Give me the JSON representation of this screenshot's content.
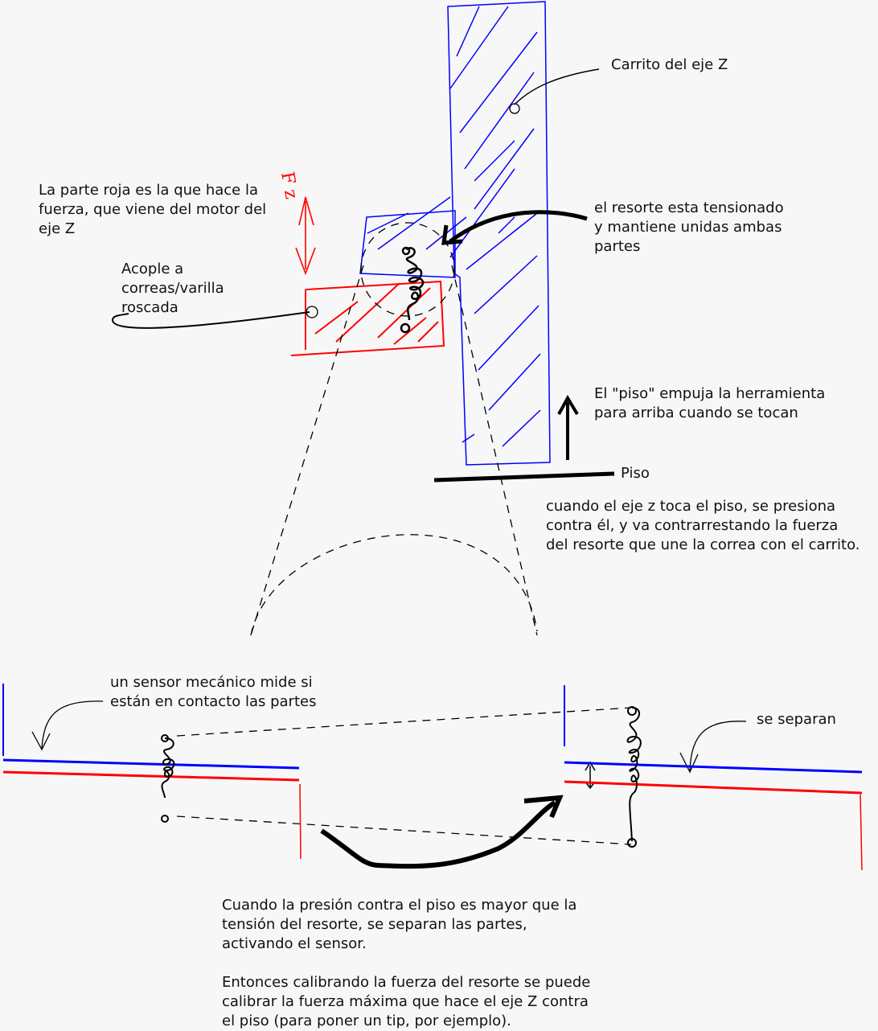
{
  "labels": {
    "carrito": "Carrito del eje Z",
    "parte_roja": "La parte roja es la que hace la\nfuerza, que viene del motor del\neje Z",
    "acople": "Acople a\ncorreas/varilla\nroscada",
    "resorte": "el resorte esta tensionado\ny mantiene unidas ambas\npartes",
    "piso_empuja": "El \"piso\" empuja  la herramienta\npara arriba cuando se tocan",
    "piso": "Piso",
    "cuando_toca": "cuando el eje z toca  el piso, se presiona\ncontra él, y va contrarrestando la fuerza\ndel resorte que une la correa con el carrito.",
    "sensor": "un sensor mecánico mide si\nestán en contacto las partes",
    "se_separan": "se separan",
    "presion": "Cuando la presión contra el piso es mayor que la\ntensión del resorte, se separan las partes,\nactivando el sensor.",
    "calibrando": "Entonces calibrando la fuerza del resorte se puede\ncalibrar la fuerza máxima que hace el eje Z contra\nel piso (para poner un tip, por ejemplo).",
    "force_symbol": "F z"
  },
  "colors": {
    "red": "#ff0000",
    "blue": "#0000ff",
    "ink": "#000000",
    "background": "#f7f7f7"
  }
}
